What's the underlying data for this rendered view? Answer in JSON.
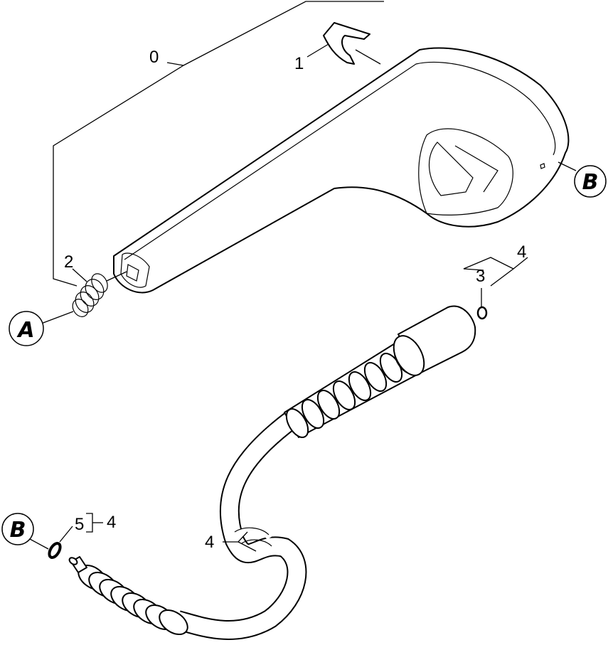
{
  "labels": {
    "p0": "0",
    "p1": "1",
    "p2": "2",
    "p3": "3",
    "p4_top": "4",
    "p4_mid": "4",
    "p4_bottom": "4",
    "p5": "5",
    "conn_a": "A",
    "conn_b_top": "B",
    "conn_b_bottom": "B"
  }
}
